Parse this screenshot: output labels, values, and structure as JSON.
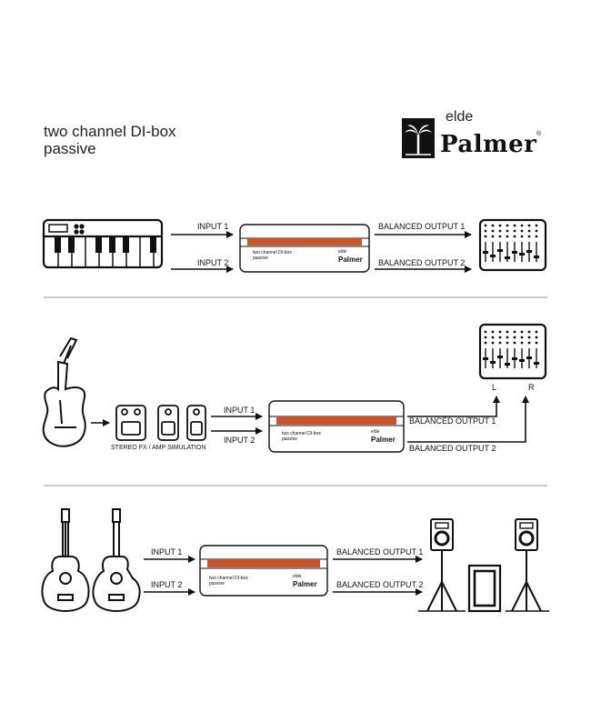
{
  "header": {
    "title_line1": "two channel DI-box",
    "title_line2": "passive",
    "brand_sub": "elde",
    "brand_name": "Palmer",
    "brand_reg": "®"
  },
  "device": {
    "label_line1": "two channel DI-box",
    "label_line2": "passive",
    "brand_sub": "elde",
    "brand_name": "Palmer",
    "accent_color": "#c8562a"
  },
  "section1": {
    "input1": "INPUT 1",
    "input2": "INPUT 2",
    "output1": "BALANCED OUTPUT 1",
    "output2": "BALANCED OUTPUT 2"
  },
  "section2": {
    "input1": "INPUT 1",
    "input2": "INPUT 2",
    "output1": "BALANCED OUTPUT 1",
    "output2": "BALANCED OUTPUT 2",
    "fx_caption": "STEREO FX / AMP SIMULATION",
    "left": "L",
    "right": "R"
  },
  "section3": {
    "input1": "INPUT 1",
    "input2": "INPUT 2",
    "output1": "BALANCED OUTPUT 1",
    "output2": "BALANCED OUTPUT 2"
  },
  "icons": [
    "keyboard-icon",
    "mixer-icon",
    "electric-guitar-icon",
    "effects-pedal-icon",
    "acoustic-guitar-icon",
    "speaker-stand-icon",
    "subwoofer-icon",
    "palm-tree-logo"
  ]
}
